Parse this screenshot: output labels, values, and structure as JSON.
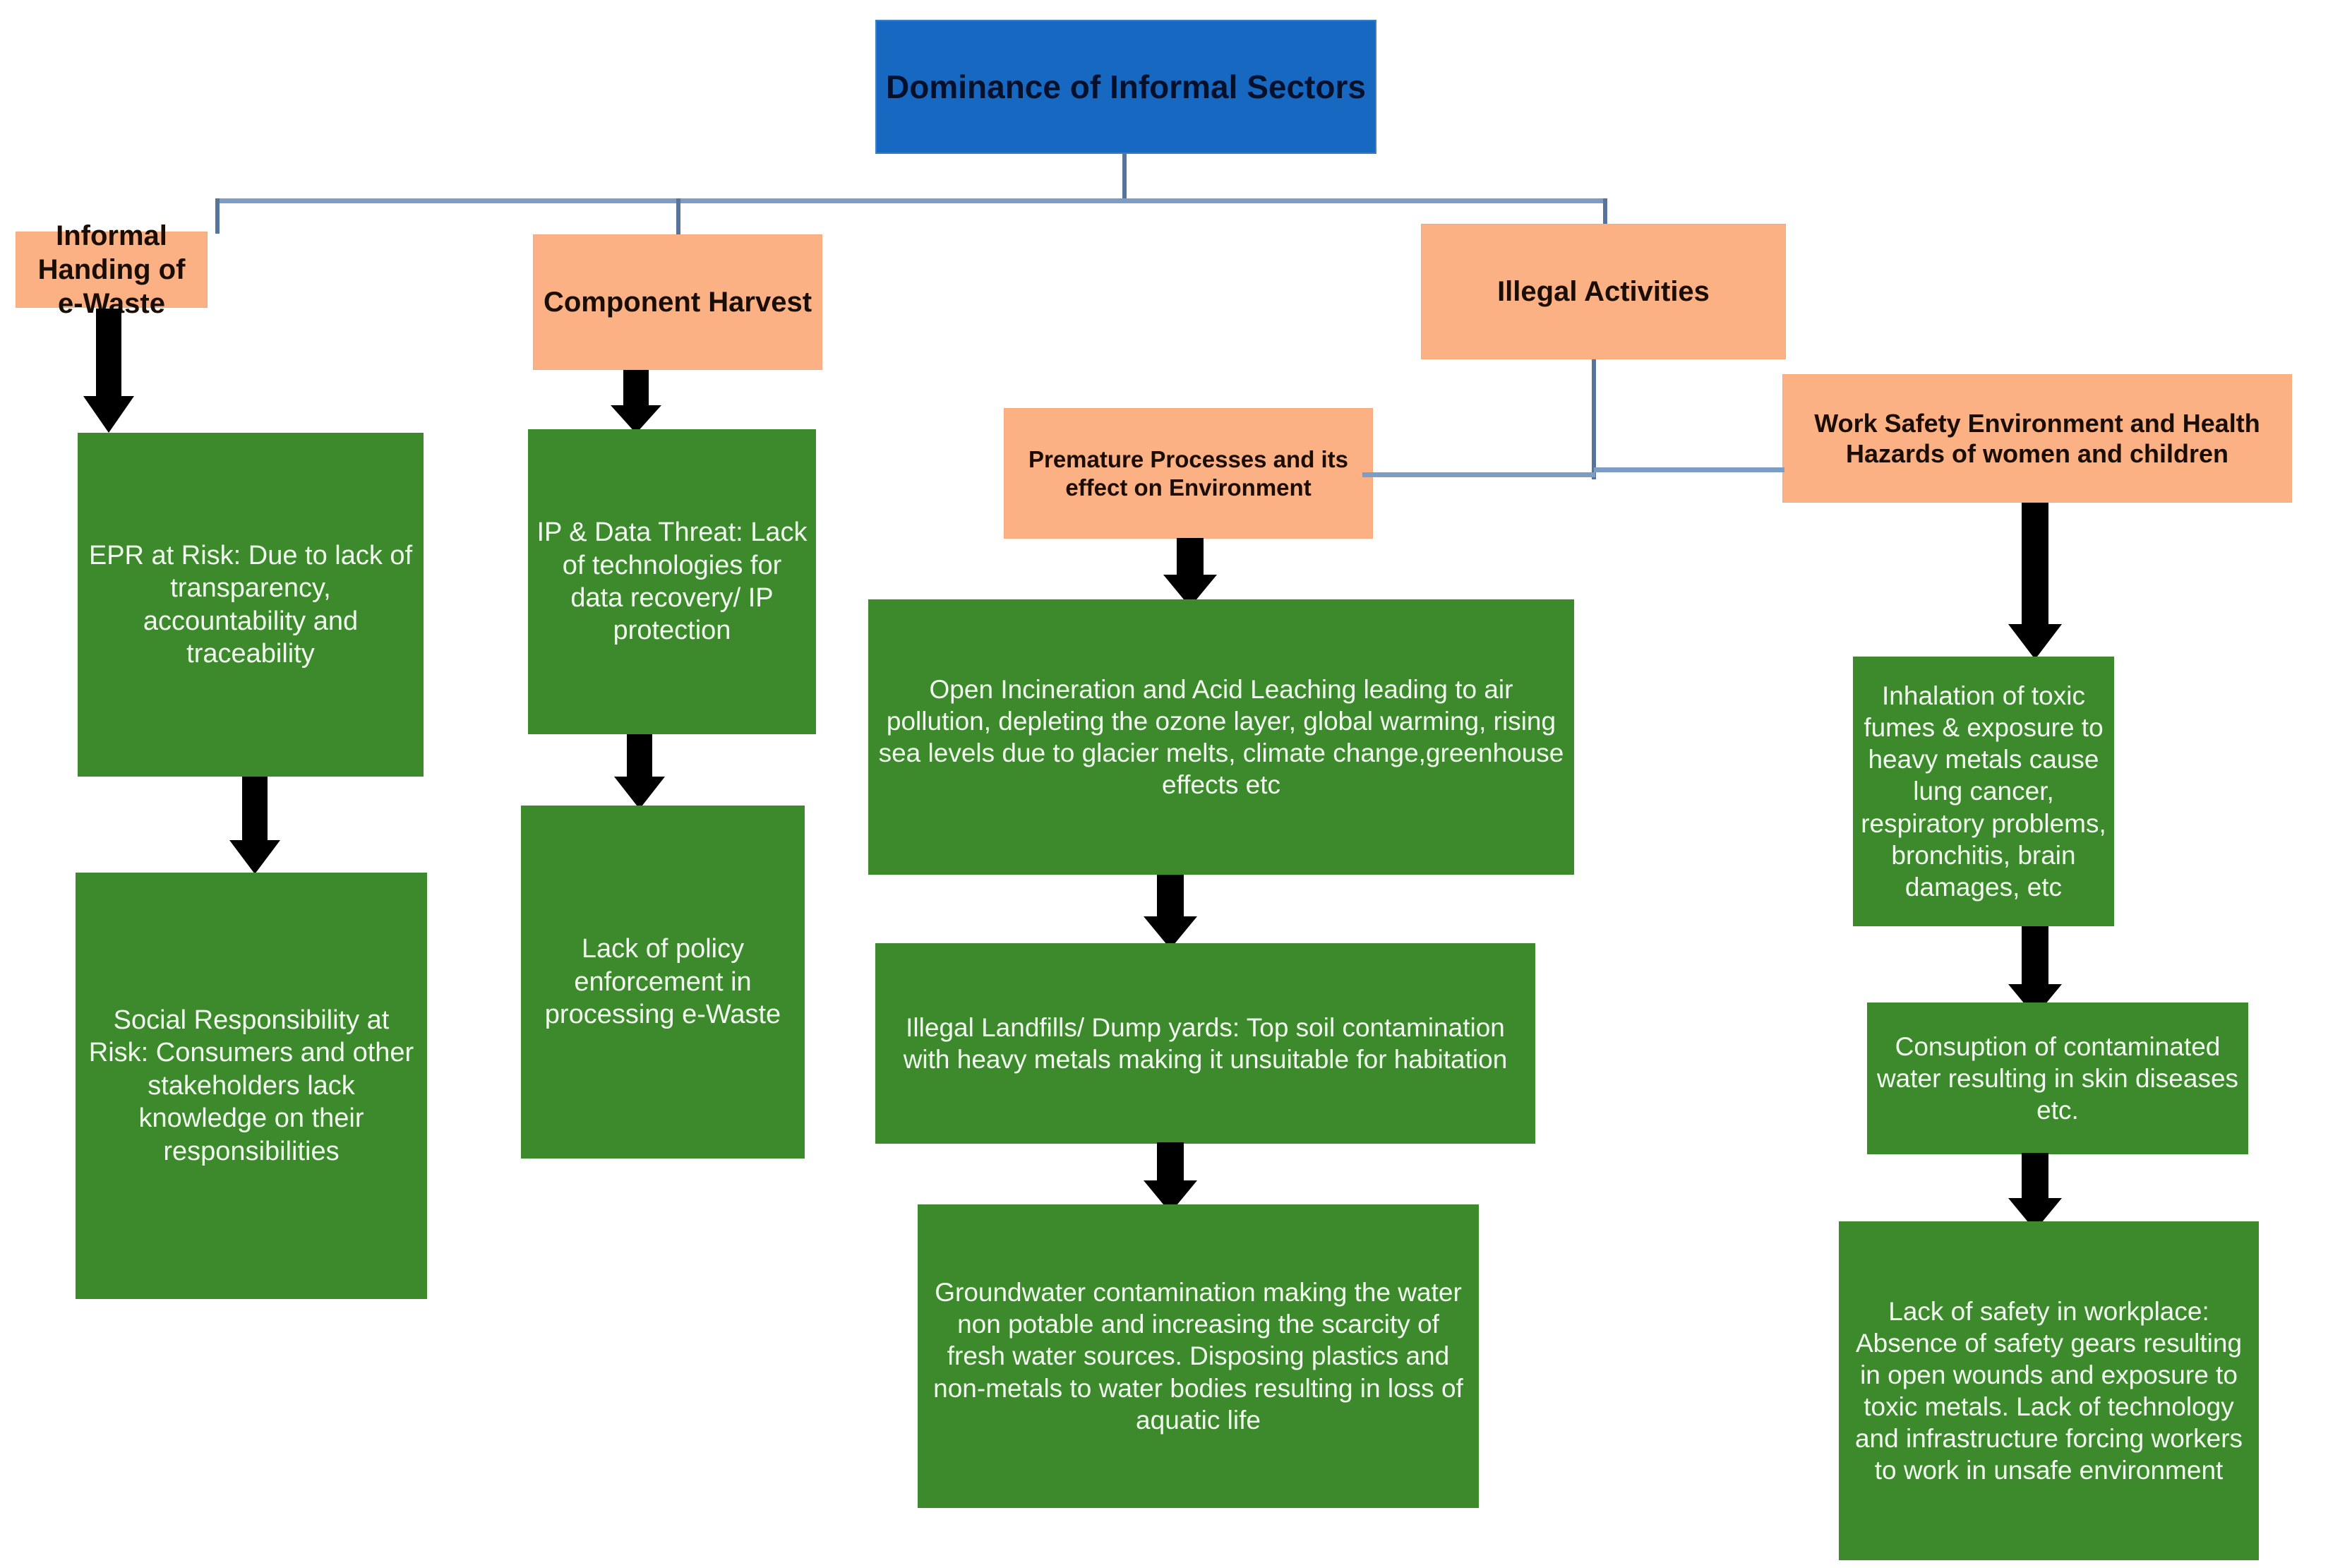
{
  "diagram": {
    "title_node": {
      "label": "Dominance of Informal Sectors",
      "color": "#1668c1"
    },
    "category_color": "#fbb183",
    "leaf_color": "#3c8a2b",
    "connector_color": "#7d9dc4",
    "arrow_color": "#000000",
    "categories": [
      {
        "id": "informal-handing",
        "label": "Informal Handing of e-Waste"
      },
      {
        "id": "component-harvest",
        "label": "Component Harvest"
      },
      {
        "id": "illegal-activities",
        "label": "Illegal Activities"
      },
      {
        "id": "premature-processes",
        "label": "Premature Processes and its effect on Environment"
      },
      {
        "id": "work-safety",
        "label": "Work Safety Environment and Health Hazards of women and children"
      }
    ],
    "leaves": [
      {
        "id": "epr-at-risk",
        "label": "EPR at Risk: Due to lack of transparency, accountability and traceability"
      },
      {
        "id": "social-responsibility",
        "label": "Social Responsibility at Risk: Consumers and other stakeholders lack knowledge on their responsibilities"
      },
      {
        "id": "ip-data-threat",
        "label": "IP & Data Threat: Lack of technologies for data recovery/ IP protection"
      },
      {
        "id": "lack-policy-enforcement",
        "label": "Lack of policy enforcement in processing e-Waste"
      },
      {
        "id": "open-incineration",
        "label": "Open Incineration and Acid Leaching leading to air pollution, depleting the ozone layer, global warming, rising sea levels due to glacier melts, climate change,greenhouse effects etc"
      },
      {
        "id": "illegal-landfills",
        "label": "Illegal Landfills/ Dump yards:  Top soil contamination with heavy metals making it unsuitable for habitation"
      },
      {
        "id": "groundwater-contamination",
        "label": "Groundwater contamination making the water non potable and increasing the scarcity of fresh water sources. Disposing plastics and non-metals to water bodies resulting in loss of aquatic life"
      },
      {
        "id": "inhalation-toxic-fumes",
        "label": "Inhalation of toxic fumes & exposure to heavy metals cause lung cancer, respiratory problems, bronchitis, brain damages, etc"
      },
      {
        "id": "consuption-water",
        "label": "Consuption of contaminated water resulting in skin diseases etc."
      },
      {
        "id": "lack-safety-workplace",
        "label": "Lack of safety in workplace: Absence of safety gears resulting in open wounds and exposure to toxic metals. Lack of technology and infrastructure forcing workers to work in unsafe environment"
      }
    ]
  }
}
